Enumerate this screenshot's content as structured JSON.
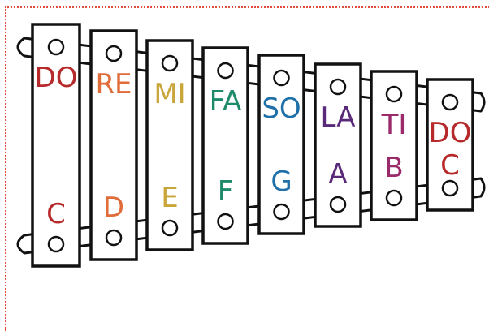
{
  "bars": [
    {
      "solfege": "DO",
      "letter": "C",
      "color": "#b72a2b"
    },
    {
      "solfege": "RE",
      "letter": "D",
      "color": "#e06c3a"
    },
    {
      "solfege": "MI",
      "letter": "E",
      "color": "#c9a639"
    },
    {
      "solfege": "FA",
      "letter": "F",
      "color": "#1f8a6a"
    },
    {
      "solfege": "SO",
      "letter": "G",
      "color": "#1f6fa8"
    },
    {
      "solfege": "LA",
      "letter": "A",
      "color": "#5a2a7a"
    },
    {
      "solfege": "TI",
      "letter": "B",
      "color": "#9a2a6a"
    },
    {
      "solfege": "DO",
      "letter": "C",
      "color": "#b72a2b"
    }
  ]
}
